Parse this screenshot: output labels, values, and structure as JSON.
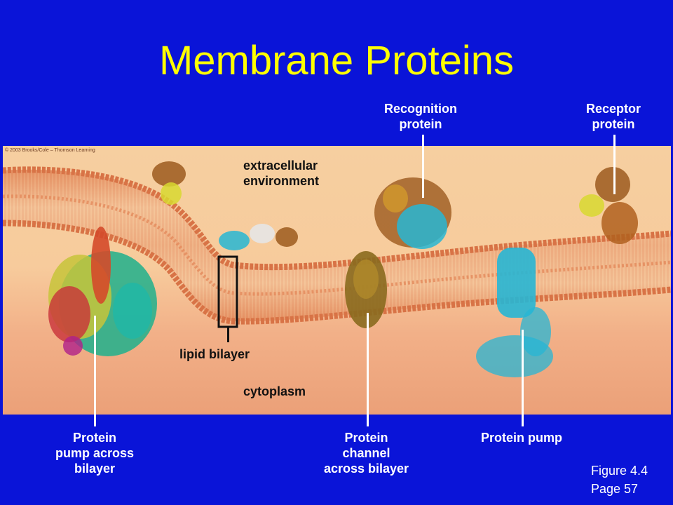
{
  "title": "Membrane Proteins",
  "copyright": "© 2003 Brooks/Cole – Thomson Learning",
  "labels": {
    "recognition": "Recognition\nprotein",
    "receptor": "Receptor\nprotein",
    "extracellular": "extracellular\nenvironment",
    "lipid_bilayer": "lipid bilayer",
    "cytoplasm": "cytoplasm",
    "pump_across": "Protein\npump across\nbilayer",
    "channel": "Protein\nchannel\nacross bilayer",
    "pump": "Protein pump"
  },
  "figure": {
    "number": "Figure 4.4",
    "page": "Page 57"
  },
  "colors": {
    "background": "#0a14d8",
    "title": "#ffff00",
    "membrane": "#e8895a",
    "cyan_protein": "#27b6d4",
    "brown_protein": "#9c5a1e",
    "yellow_protein": "#d8d830"
  }
}
